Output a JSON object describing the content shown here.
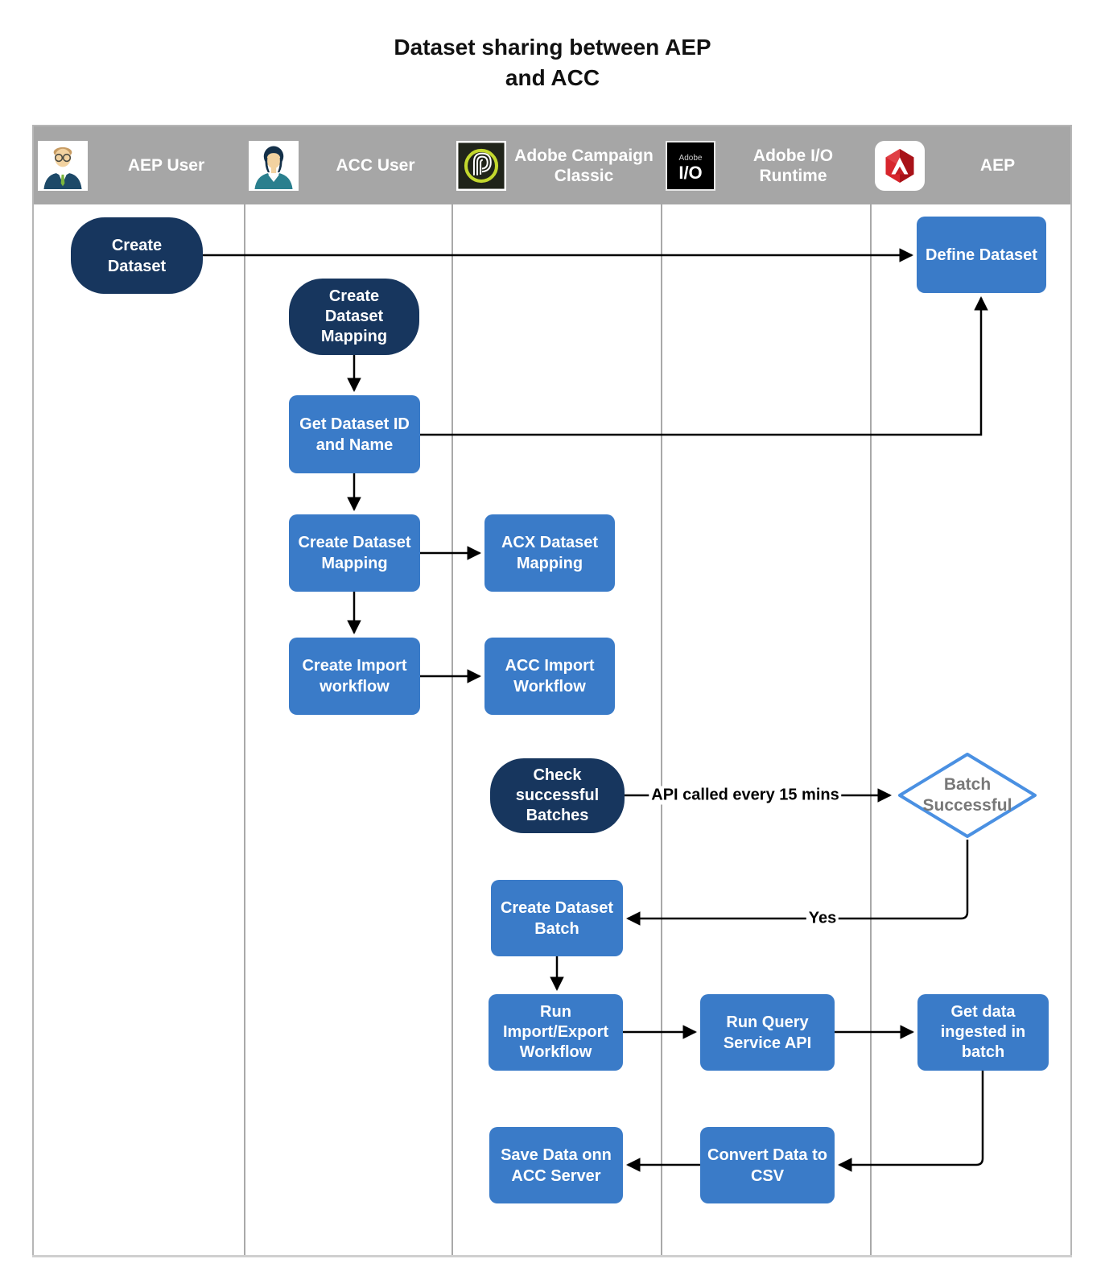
{
  "title": {
    "line1": "Dataset sharing between AEP",
    "line2": "and ACC"
  },
  "lanes": [
    {
      "label": "AEP User"
    },
    {
      "label": "ACC User"
    },
    {
      "label": "Adobe Campaign Classic"
    },
    {
      "label": "Adobe I/O Runtime"
    },
    {
      "label": "AEP"
    }
  ],
  "logos": {
    "io_top": "Adobe",
    "io_bottom": "I/O"
  },
  "nodes": {
    "create_dataset": "Create Dataset",
    "define_dataset": "Define Dataset",
    "create_dataset_mapping_start": "Create Dataset Mapping",
    "get_dataset_id": "Get Dataset ID and Name",
    "create_dataset_mapping": "Create Dataset Mapping",
    "acx_dataset_mapping": "ACX Dataset Mapping",
    "create_import_workflow": "Create Import workflow",
    "acc_import_workflow": "ACC Import Workflow",
    "check_successful_batches": "Check successful Batches",
    "batch_successful": "Batch Successful",
    "create_dataset_batch": "Create Dataset Batch",
    "run_import_export_workflow": "Run Import/Export Workflow",
    "run_query_service_api": "Run Query Service API",
    "get_data_ingested": "Get data ingested in batch",
    "save_data_acc": "Save Data onn ACC Server",
    "convert_data_csv": "Convert Data to CSV"
  },
  "edge_labels": {
    "api_polling": "API called every 15 mins",
    "yes": "Yes"
  },
  "colors": {
    "process_blue": "#3A7BC8",
    "terminator_navy": "#17365E",
    "decision_border_blue": "#4A90E2",
    "decision_text_gray": "#787878",
    "header_gray": "#A6A6A6",
    "acc_logo_green": "#C3D82E",
    "aep_logo_red": "#D7252C",
    "arrow_black": "#000000"
  }
}
